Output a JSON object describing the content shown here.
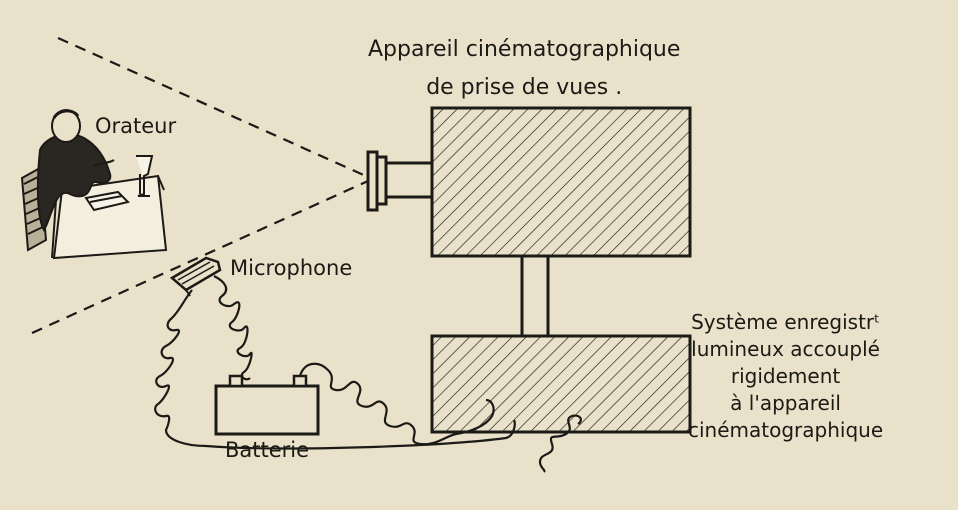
{
  "labels": {
    "camera_title": [
      "Appareil cinématographique",
      "de prise de vues ."
    ],
    "orateur": "Orateur",
    "microphone": "Microphone",
    "batterie": "Batterie",
    "recorder": [
      "Système enregistrᵗ",
      "lumineux accouplé",
      "rigidement",
      "à l'appareil",
      "cinématographique"
    ]
  },
  "colors": {
    "paper": "#e9e1c9",
    "ink": "#1c1a16"
  }
}
